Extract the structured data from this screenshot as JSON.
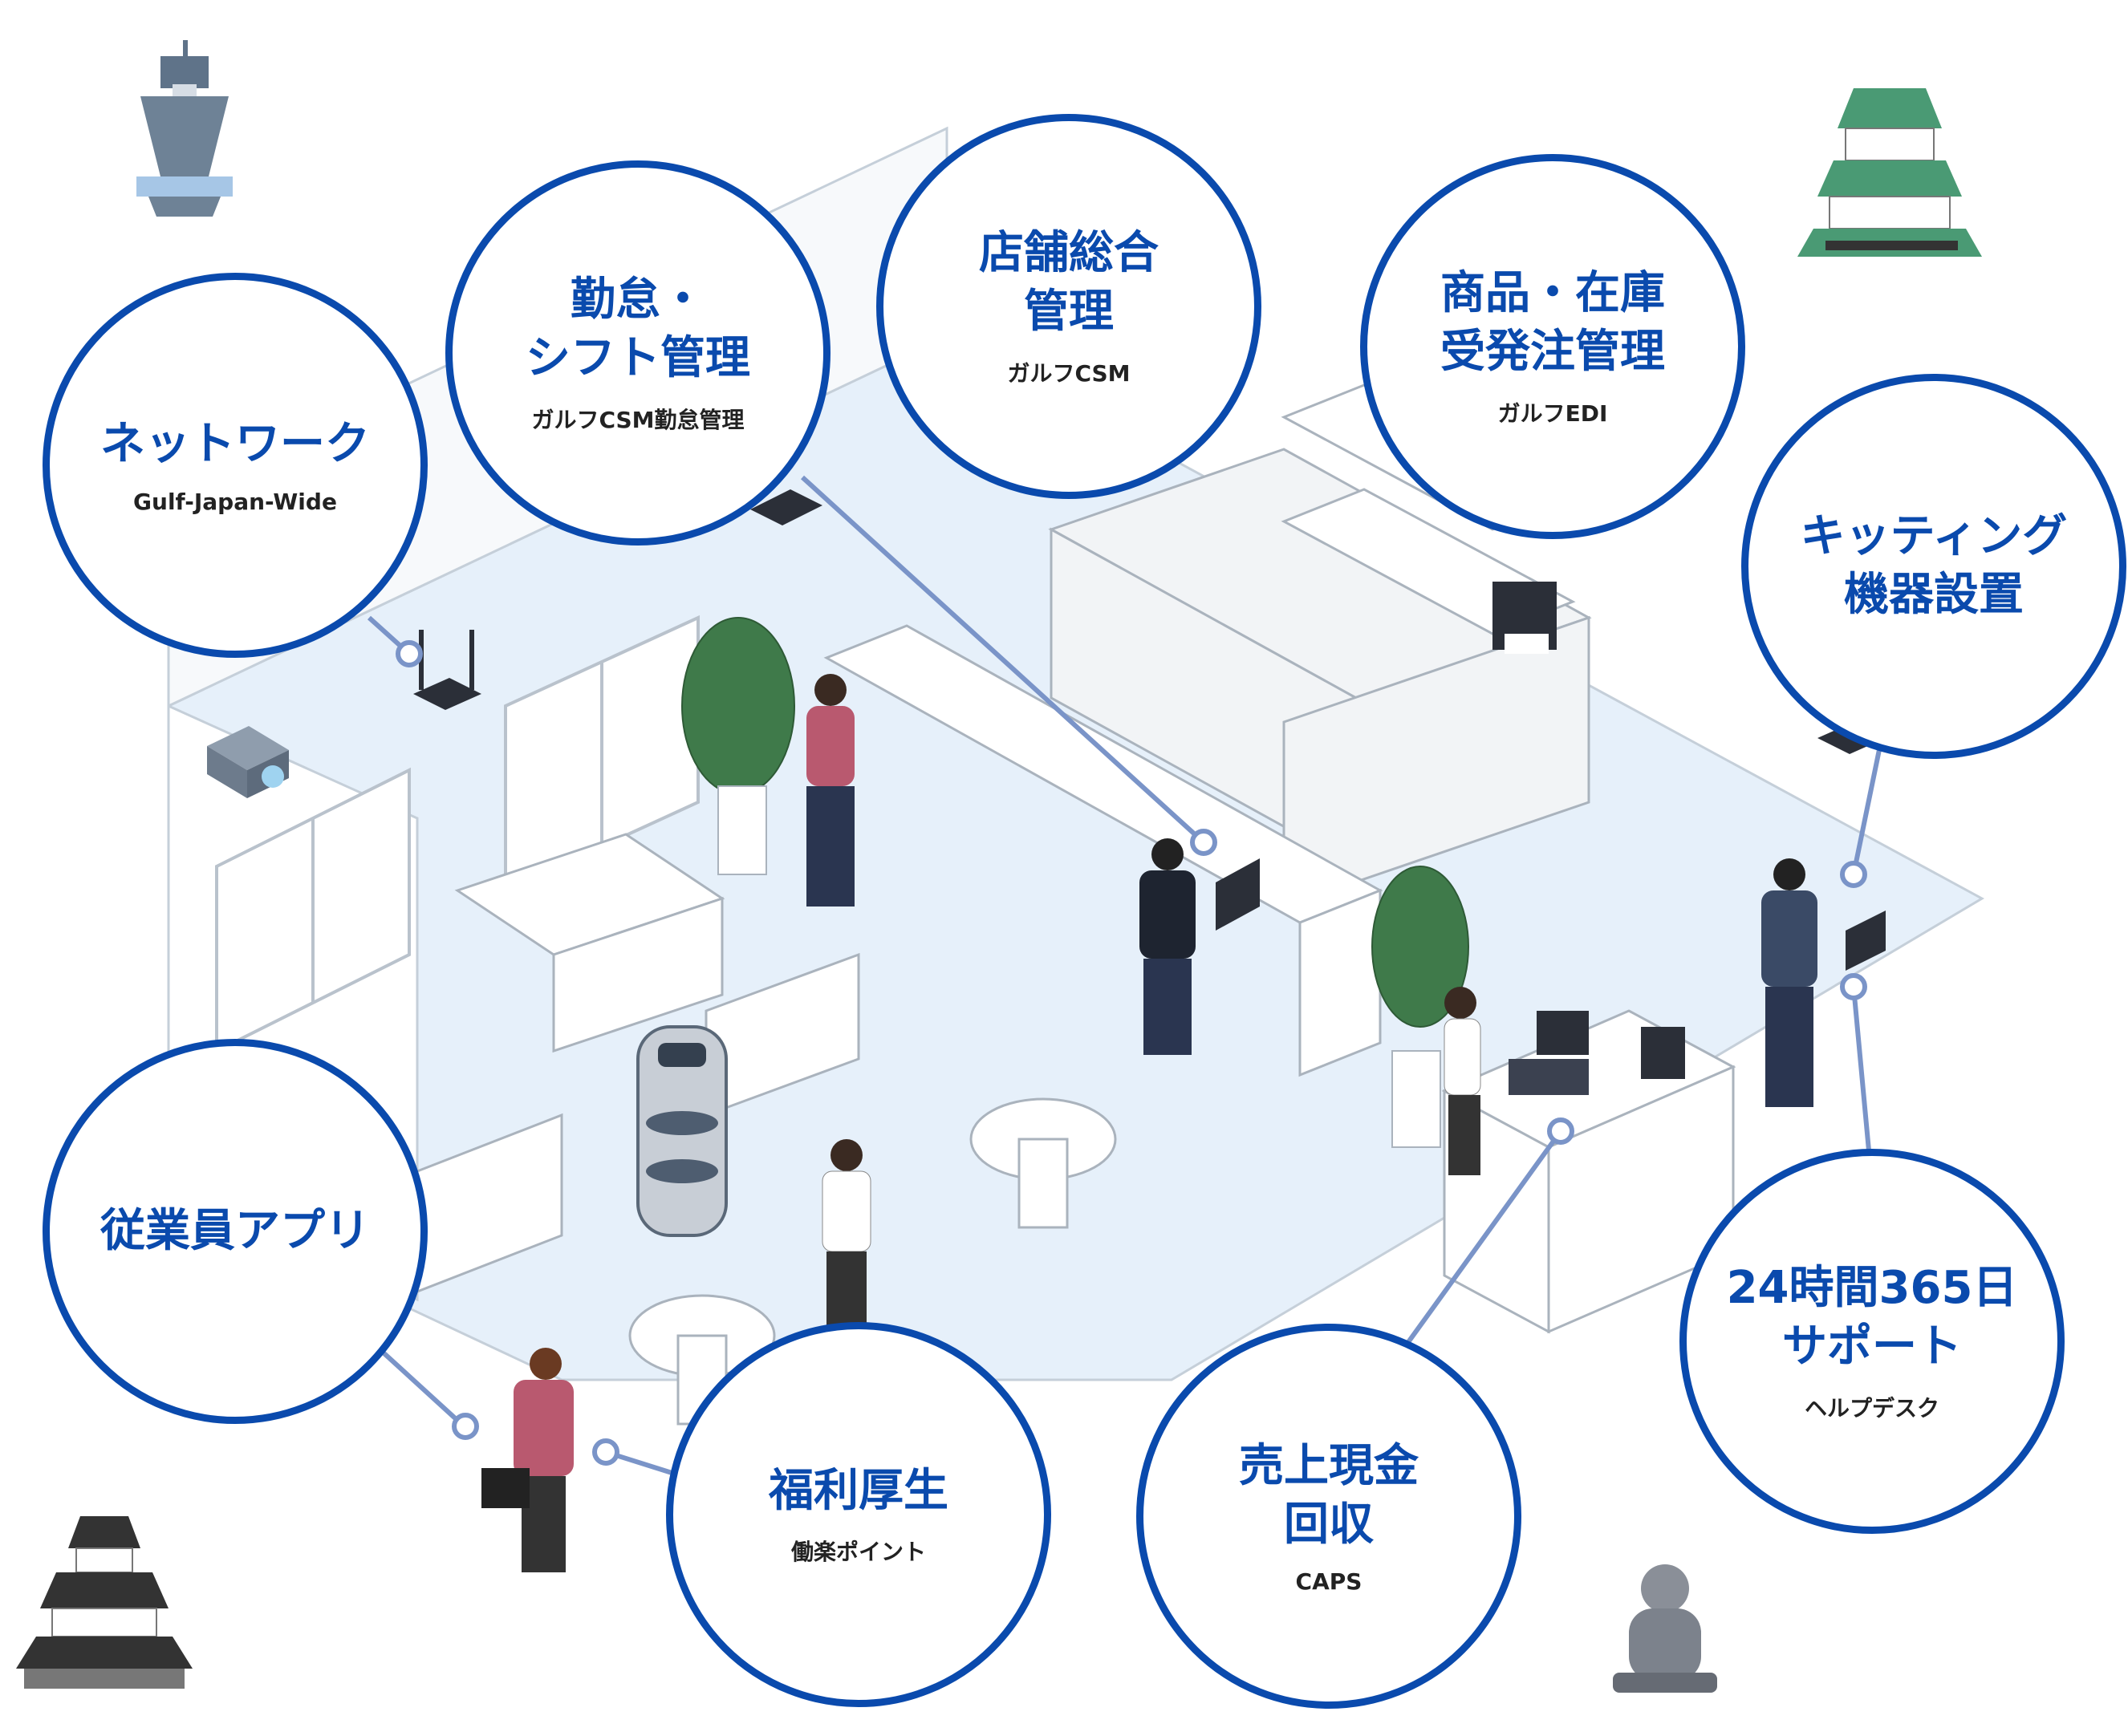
{
  "colors": {
    "accent": "#0a4aad",
    "connector": "#7a94c8",
    "floor": "#e6f0fa"
  },
  "bubbles": [
    {
      "id": "network",
      "title": "ネットワーク",
      "subtitle": "Gulf-Japan-Wide"
    },
    {
      "id": "attendance",
      "title": "勤怠・\nシフト管理",
      "subtitle": "ガルフCSM勤怠管理"
    },
    {
      "id": "store",
      "title": "店舗総合\n管理",
      "subtitle": "ガルフCSM"
    },
    {
      "id": "inventory",
      "title": "商品・在庫\n受発注管理",
      "subtitle": "ガルフEDI"
    },
    {
      "id": "kitting",
      "title": "キッティング\n機器設置",
      "subtitle": ""
    },
    {
      "id": "employee-app",
      "title": "従業員アプリ",
      "subtitle": ""
    },
    {
      "id": "welfare",
      "title": "福利厚生",
      "subtitle": "働楽ポイント"
    },
    {
      "id": "cash",
      "title": "売上現金\n回収",
      "subtitle": "CAPS"
    },
    {
      "id": "support",
      "title": "24時間365日\nサポート",
      "subtitle": "ヘルプデスク"
    }
  ],
  "landmarks": [
    "tower-icon",
    "castle-icon",
    "castle-icon",
    "buddha-statue-icon"
  ]
}
